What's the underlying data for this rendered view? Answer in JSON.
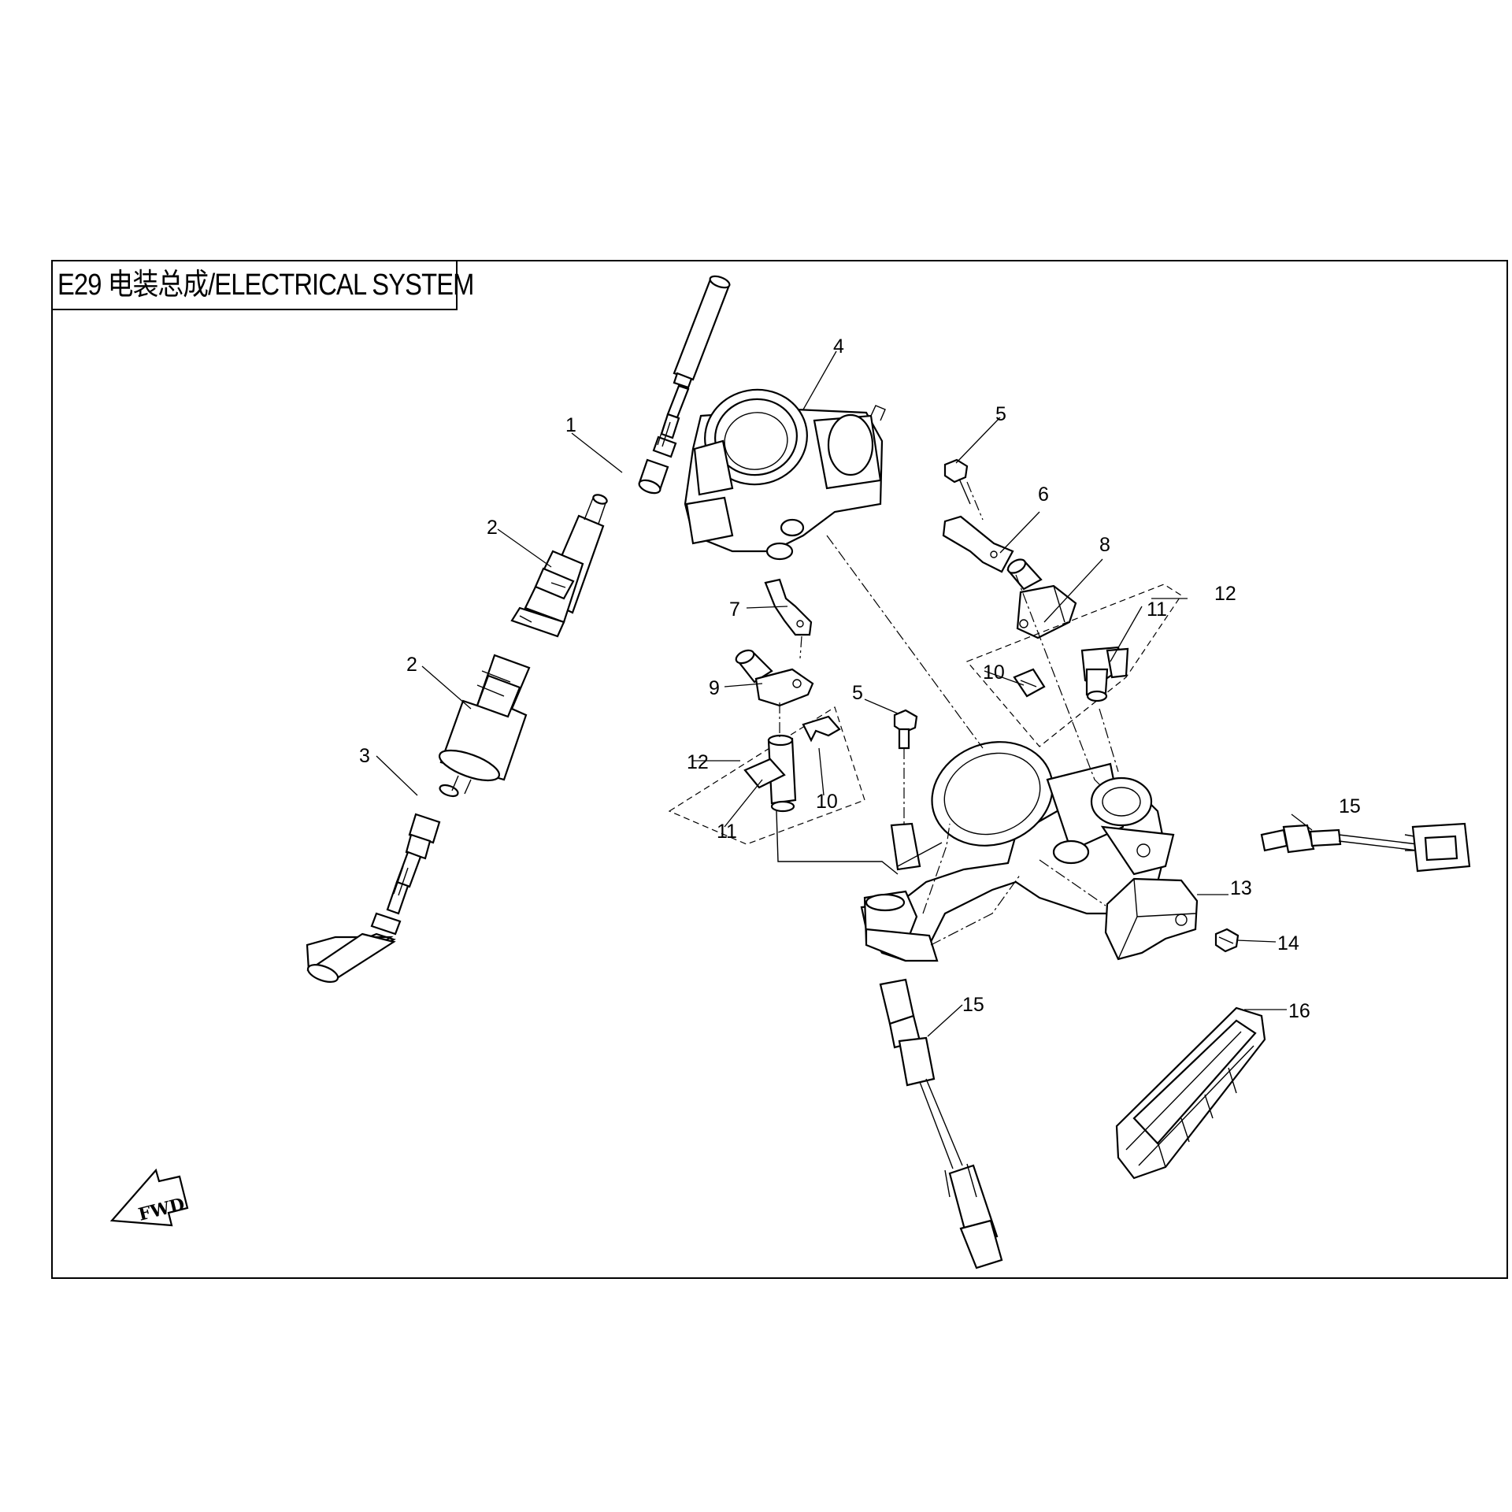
{
  "title": "E29 电装总成/ELECTRICAL SYSTEM",
  "direction_label": "FWD",
  "callouts": {
    "c1": "1",
    "c2a": "2",
    "c2b": "2",
    "c3": "3",
    "c4": "4",
    "c5a": "5",
    "c5b": "5",
    "c6": "6",
    "c7": "7",
    "c8": "8",
    "c9": "9",
    "c10a": "10",
    "c10b": "10",
    "c11a": "11",
    "c11b": "11",
    "c12a": "12",
    "c12b": "12",
    "c13": "13",
    "c14": "14",
    "c15a": "15",
    "c15b": "15",
    "c16": "16"
  }
}
